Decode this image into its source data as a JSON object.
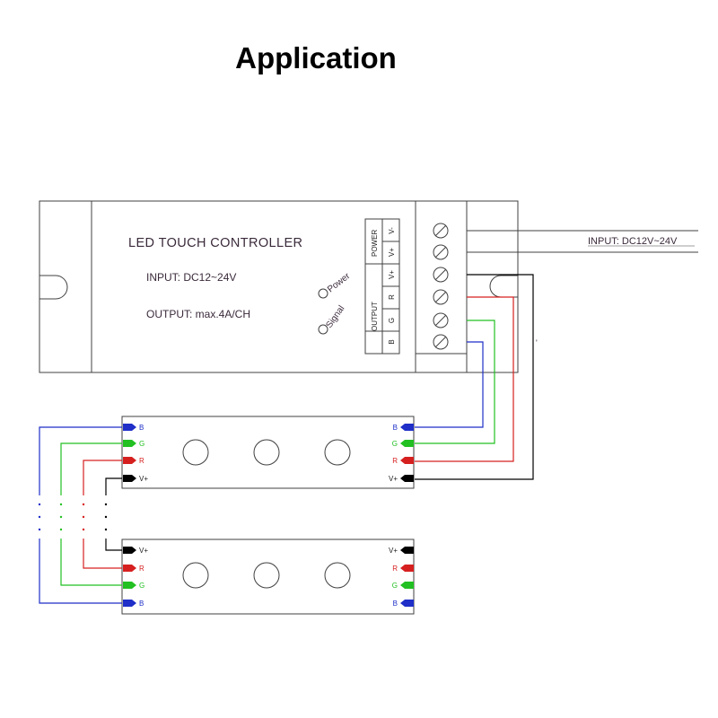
{
  "title": "Application",
  "controller": {
    "name": "LED TOUCH  CONTROLLER",
    "input": "INPUT: DC12~24V",
    "output": "OUTPUT: max.4A/CH",
    "power_led": "Power",
    "signal_led": "Signal",
    "power_group": "POWER",
    "output_group": "OUTPUT",
    "terminals": [
      "V-",
      "V+",
      "V+",
      "R",
      "G",
      "B"
    ]
  },
  "supply_label": "INPUT: DC12V~24V",
  "strip1": {
    "left": [
      "B",
      "G",
      "R",
      "V+"
    ],
    "right": [
      "B",
      "G",
      "R",
      "V+"
    ]
  },
  "strip2": {
    "left": [
      "V+",
      "R",
      "G",
      "B"
    ],
    "right": [
      "V+",
      "R",
      "G",
      "B"
    ]
  },
  "colors": {
    "blue": "#1f2fc8",
    "green": "#22c022",
    "red": "#d62020",
    "black": "#000000",
    "outline": "#404040"
  }
}
